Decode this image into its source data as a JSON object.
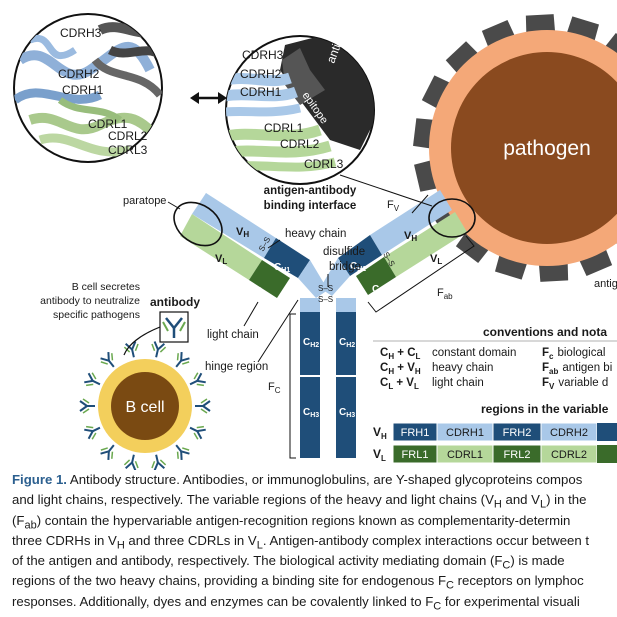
{
  "zoom": {
    "heavy": [
      "CDRH3",
      "CDRH2",
      "CDRH1"
    ],
    "light": [
      "CDRL1",
      "CDRL2",
      "CDRL3"
    ]
  },
  "interface": {
    "antigen": "antigen",
    "epitope": "epitope",
    "heavy": [
      "CDRH3",
      "CDRH2",
      "CDRH1"
    ],
    "light": [
      "CDRL1",
      "CDRL2",
      "CDRL3"
    ],
    "title_line1": "antigen-antibody",
    "title_line2": "binding interface"
  },
  "pathogen": {
    "label": "pathogen",
    "antigen_partial": "antig"
  },
  "antibody": {
    "paratope": "paratope",
    "vh": "V",
    "vh_sub": "H",
    "vl": "V",
    "vl_sub": "L",
    "ch1": "C",
    "ch1_sub": "H1",
    "cl": "C",
    "cl_sub": "L",
    "ch2": "C",
    "ch2_sub": "H2",
    "ch3": "C",
    "ch3_sub": "H3",
    "ss": "S–S",
    "heavy_chain": "heavy chain",
    "light_chain": "light chain",
    "disulfide_line1": "disulfide",
    "disulfide_line2": "bridge",
    "hinge": "hinge region",
    "fv": "F",
    "fv_sub": "V",
    "fab": "F",
    "fab_sub": "ab",
    "fc": "F",
    "fc_sub": "C"
  },
  "bcell": {
    "label": "B cell",
    "secretes_line1": "B cell secretes",
    "secretes_line2": "antibody to neutralize",
    "secretes_line3": "specific pathogens",
    "antibody_label": "antibody"
  },
  "conventions": {
    "title": "conventions and nota",
    "rows": [
      {
        "left": "C",
        "left_sub": "H",
        "plus": " + C",
        "plus_sub": "L",
        "desc": "constant domain",
        "r": "F",
        "r_sub": "c",
        "r_desc": "biological"
      },
      {
        "left": "C",
        "left_sub": "H",
        "plus": " + V",
        "plus_sub": "H",
        "desc": "heavy chain",
        "r": "F",
        "r_sub": "ab",
        "r_desc": "antigen bi"
      },
      {
        "left": "C",
        "left_sub": "L",
        "plus": " + V",
        "plus_sub": "L",
        "desc": "light chain",
        "r": "F",
        "r_sub": "V",
        "r_desc": "variable d"
      }
    ]
  },
  "regions": {
    "title": "regions in the variable",
    "vh": {
      "label": "V",
      "sub": "H",
      "cells": [
        "FRH1",
        "CDRH1",
        "FRH2",
        "CDRH2"
      ]
    },
    "vl": {
      "label": "V",
      "sub": "L",
      "cells": [
        "FRL1",
        "CDRL1",
        "FRL2",
        "CDRL2"
      ]
    }
  },
  "caption": {
    "fig_label": "Figure 1.",
    "line1": " Antibody structure. Antibodies, or immunoglobulins, are Y-shaped glycoproteins compos",
    "line2": "and light chains, respectively. The variable regions of the heavy and light chains (V",
    "line2_sub1": "H",
    "line2_mid": " and V",
    "line2_sub2": "L",
    "line2_end": ") in the",
    "line3_a": "(F",
    "line3_sub": "ab",
    "line3_b": ") contain the hypervariable antigen-recognition regions known as complementarity-determin",
    "line4_a": "three CDRHs in V",
    "line4_sub1": "H",
    "line4_b": " and three CDRLs in V",
    "line4_sub2": "L",
    "line4_c": ". Antigen-antibody complex interactions occur between t",
    "line5_a": "of the antigen and antibody, respectively. The biological activity mediating domain (F",
    "line5_sub": "C",
    "line5_b": ") is made",
    "line6_a": "regions of the two heavy chains, providing a binding site for endogenous F",
    "line6_sub": "C",
    "line6_b": " receptors on lymphoc",
    "line7_a": "responses. Additionally, dyes and enzymes can be covalently linked to F",
    "line7_sub": "C",
    "line7_b": " for experimental visuali"
  },
  "colors": {
    "heavy_dark": "#1f4e79",
    "heavy_light": "#a9c8e8",
    "light_dark": "#3a6b2a",
    "light_light": "#b5d79a",
    "pathogen_core": "#8a4a1f",
    "pathogen_ring": "#f4a878",
    "bcell_core": "#7a4a12",
    "bcell_ring": "#f3cf5c",
    "caption_label": "#2b5f8f"
  }
}
